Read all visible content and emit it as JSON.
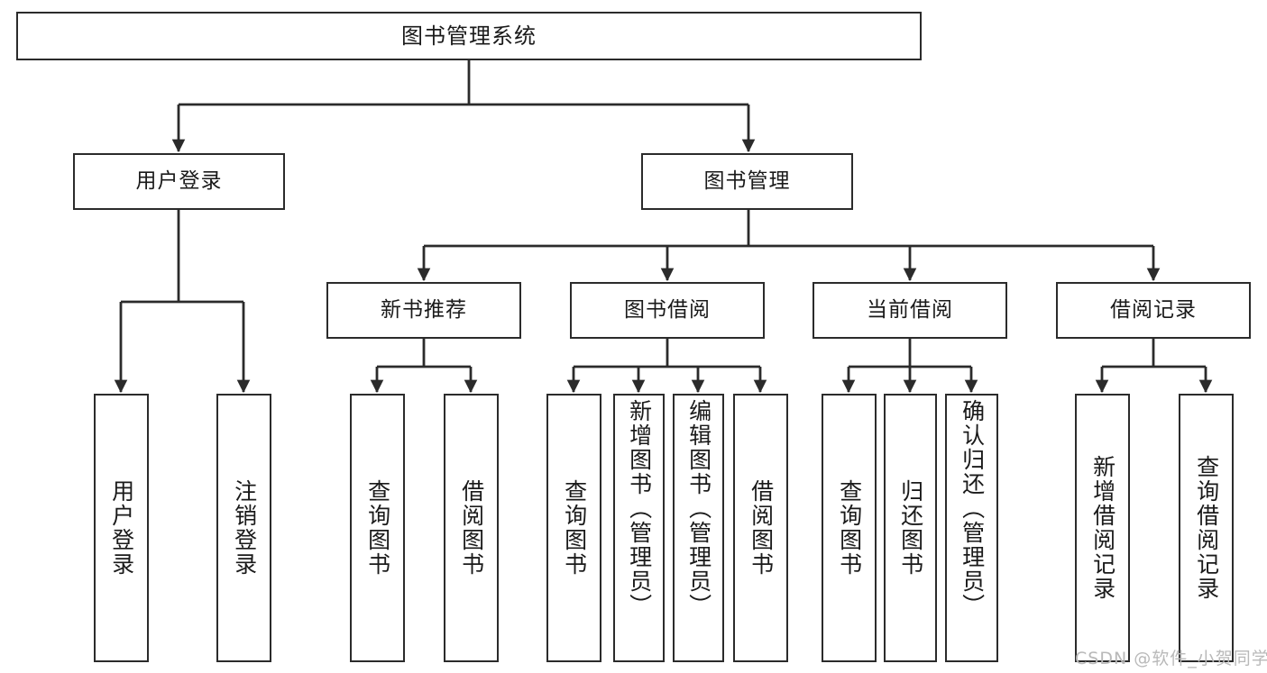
{
  "diagram": {
    "type": "tree",
    "title": "图书管理系统",
    "orientation": "top-down",
    "colors": {
      "box_border": "#2b2b2b",
      "box_fill": "#ffffff",
      "connector": "#2b2b2b",
      "text": "#1a1a1a",
      "watermark": "#b9b9b9"
    },
    "root": {
      "label": "图书管理系统"
    },
    "level2": [
      {
        "id": "user-login",
        "label": "用户登录"
      },
      {
        "id": "book-manage",
        "label": "图书管理"
      }
    ],
    "level3": [
      {
        "id": "new-book-rec",
        "label": "新书推荐"
      },
      {
        "id": "book-borrow",
        "label": "图书借阅"
      },
      {
        "id": "current-borrow",
        "label": "当前借阅"
      },
      {
        "id": "borrow-record",
        "label": "借阅记录"
      }
    ],
    "leaves": {
      "user_login": [
        {
          "id": "leaf-user-login",
          "label": "用户登录"
        },
        {
          "id": "leaf-logout-login",
          "label": "注销登录"
        }
      ],
      "new_book_rec": [
        {
          "id": "leaf-query-book-1",
          "label": "查询图书"
        },
        {
          "id": "leaf-borrow-book-1",
          "label": "借阅图书"
        }
      ],
      "book_borrow": [
        {
          "id": "leaf-query-book-2",
          "label": "查询图书"
        },
        {
          "id": "leaf-add-book",
          "label": "新增图书（管理员）"
        },
        {
          "id": "leaf-edit-book",
          "label": "编辑图书（管理员）"
        },
        {
          "id": "leaf-borrow-book-2",
          "label": "借阅图书"
        }
      ],
      "current_borrow": [
        {
          "id": "leaf-query-book-3",
          "label": "查询图书"
        },
        {
          "id": "leaf-return-book",
          "label": "归还图书"
        },
        {
          "id": "leaf-confirm-return",
          "label": "确认归还（管理员）"
        }
      ],
      "borrow_record": [
        {
          "id": "leaf-add-record",
          "label": "新增借阅记录"
        },
        {
          "id": "leaf-query-record",
          "label": "查询借阅记录"
        }
      ]
    }
  },
  "watermark": {
    "text": "CSDN @软件_小贺同学"
  }
}
